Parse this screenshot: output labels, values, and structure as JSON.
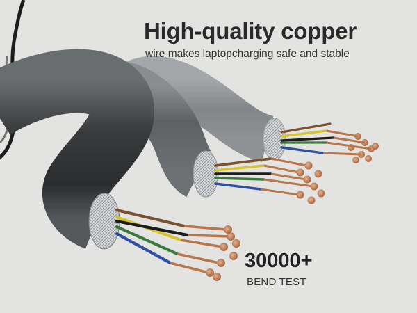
{
  "headline": "High-quality copper",
  "subheadline": "wire makes laptopcharging safe and stable",
  "stat": {
    "value": "30000+",
    "label": "BEND TEST"
  },
  "colors": {
    "background": "#e3e3e1",
    "cable_jacket": "#4a4d50",
    "copper": "#c98a5f",
    "braid": "#c9cdd0"
  },
  "image": {
    "subject": "three-cable-cross-section-icon"
  }
}
